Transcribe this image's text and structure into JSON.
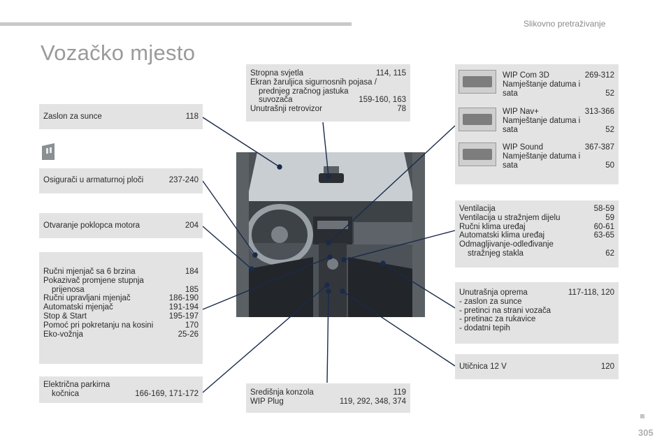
{
  "header": {
    "section": "Slikovno pretraživanje",
    "title": "Vozačko mjesto"
  },
  "left": {
    "sun_visor": {
      "label": "Zaslon za sunce",
      "page": "118"
    },
    "fuses": {
      "label": "Osigurači u armaturnoj ploči",
      "page": "237-240"
    },
    "bonnet": {
      "label": "Otvaranje poklopca motora",
      "page": "204"
    },
    "gearbox": [
      {
        "label": "Ručni mjenjač sa 6 brzina",
        "page": "184"
      },
      {
        "label": "Pokazivač promjene stupnja",
        "page": ""
      },
      {
        "label": "prijenosa",
        "page": "185"
      },
      {
        "label": "Ručni upravljani mjenjač",
        "page": "186-190"
      },
      {
        "label": "Automatski mjenjač",
        "page": "191-194"
      },
      {
        "label": "Stop & Start",
        "page": "195-197"
      },
      {
        "label": "Pomoć pri pokretanju na kosini",
        "page": "170"
      },
      {
        "label": "Eko-vožnja",
        "page": "25-26"
      }
    ],
    "parking_brake": {
      "line1": "Električna parkirna",
      "line2": "kočnica",
      "page": "166-169, 171-172"
    }
  },
  "top": {
    "rows": [
      {
        "label": "Stropna svjetla",
        "page": "114, 115"
      },
      {
        "label": "Ekran žaruljica sigurnosnih pojasa /",
        "page": ""
      },
      {
        "label": "prednjeg zračnog jastuka",
        "page": ""
      },
      {
        "label": "suvozača",
        "page": "159-160, 163"
      },
      {
        "label": "Unutrašnji retrovizor",
        "page": "78"
      }
    ]
  },
  "bottom_center": {
    "rows": [
      {
        "label": "Središnja konzola",
        "page": "119"
      },
      {
        "label": "WIP Plug",
        "page": "119, 292, 348, 374"
      }
    ]
  },
  "right": {
    "audio": [
      {
        "name": "WIP Com 3D",
        "page": "269-312",
        "sub1": "Namještanje datuma i",
        "sub2": "sata",
        "sub_page": "52"
      },
      {
        "name": "WIP Nav+",
        "page": "313-366",
        "sub1": "Namještanje datuma i",
        "sub2": "sata",
        "sub_page": "52"
      },
      {
        "name": "WIP Sound",
        "page": "367-387",
        "sub1": "Namještanje datuma i",
        "sub2": "sata",
        "sub_page": "50"
      }
    ],
    "climate": [
      {
        "label": "Ventilacija",
        "page": "58-59"
      },
      {
        "label": "Ventilacija u stražnjem dijelu",
        "page": "59"
      },
      {
        "label": "Ručni klima uređaj",
        "page": "60-61"
      },
      {
        "label": "Automatski klima uređaj",
        "page": "63-65"
      },
      {
        "label": "Odmagljivanje-odleđivanje",
        "page": ""
      },
      {
        "label": "stražnjeg stakla",
        "page": "62"
      }
    ],
    "interior": {
      "title": "Unutrašnja oprema",
      "page": "117-118, 120",
      "items": [
        "-   zaslon za sunce",
        "-   pretinci na strani vozača",
        "-   pretinac za rukavice",
        "-   dodatni tepih"
      ]
    },
    "socket": {
      "label": "Utičnica 12 V",
      "page": "120"
    }
  },
  "footer": {
    "page_number": "305"
  }
}
